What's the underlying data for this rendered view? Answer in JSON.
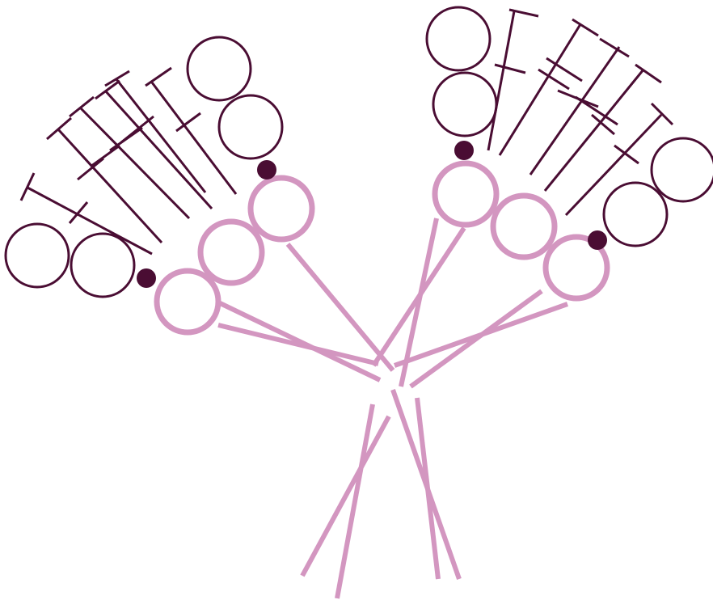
{
  "diagram": {
    "colors": {
      "background": "#ffffff",
      "primary_rings": "#d396c0",
      "stems": "#d396c0",
      "secondary_outline": "#4a0d33",
      "dots": "#4a0d33"
    },
    "left_cluster": {
      "primary_rings": 3,
      "secondary_rings": 4,
      "dots": 2,
      "tick_bars": 7
    },
    "right_cluster": {
      "primary_rings": 3,
      "secondary_rings": 4,
      "dots": 2,
      "tick_bars": 7
    },
    "crossing_stems": 4
  }
}
